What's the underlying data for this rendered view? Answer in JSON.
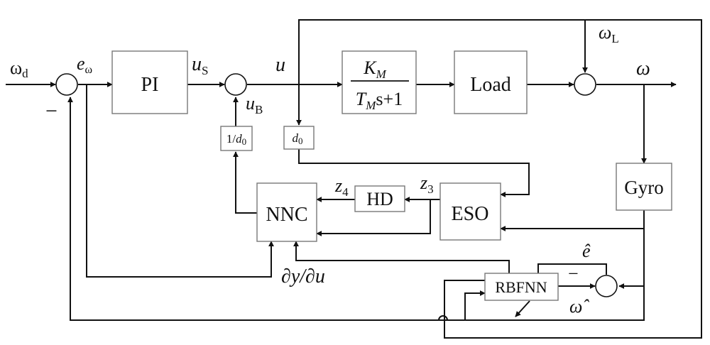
{
  "blocks": {
    "pi": "PI",
    "plant_num": "K",
    "plant_num_sub": "M",
    "plant_den_t": "T",
    "plant_den_sub": "M",
    "plant_den_rest": "s+1",
    "load": "Load",
    "gyro": "Gyro",
    "eso": "ESO",
    "hd": "HD",
    "nnc": "NNC",
    "rbfnn": "RBFNN",
    "inv_d0_prefix": "1/",
    "inv_d0_d": "d",
    "inv_d0_sub": "0",
    "d0_d": "d",
    "d0_sub": "0"
  },
  "signals": {
    "omega_d": "ω",
    "omega_d_sub": "d",
    "e_omega": "e",
    "e_omega_sub": "ω",
    "u_s": "u",
    "u_s_sub": "S",
    "u": "u",
    "u_b": "u",
    "u_b_sub": "B",
    "omega_l": "ω",
    "omega_l_sub": "L",
    "omega": "ω",
    "z4": "z",
    "z4_sub": "4",
    "z3": "z",
    "z3_sub": "3",
    "jacobian": "∂y/∂u",
    "e_hat": "ê",
    "omega_hat": "ω̂"
  },
  "signs": {
    "minus_main": "−",
    "minus_rbf": "−"
  }
}
